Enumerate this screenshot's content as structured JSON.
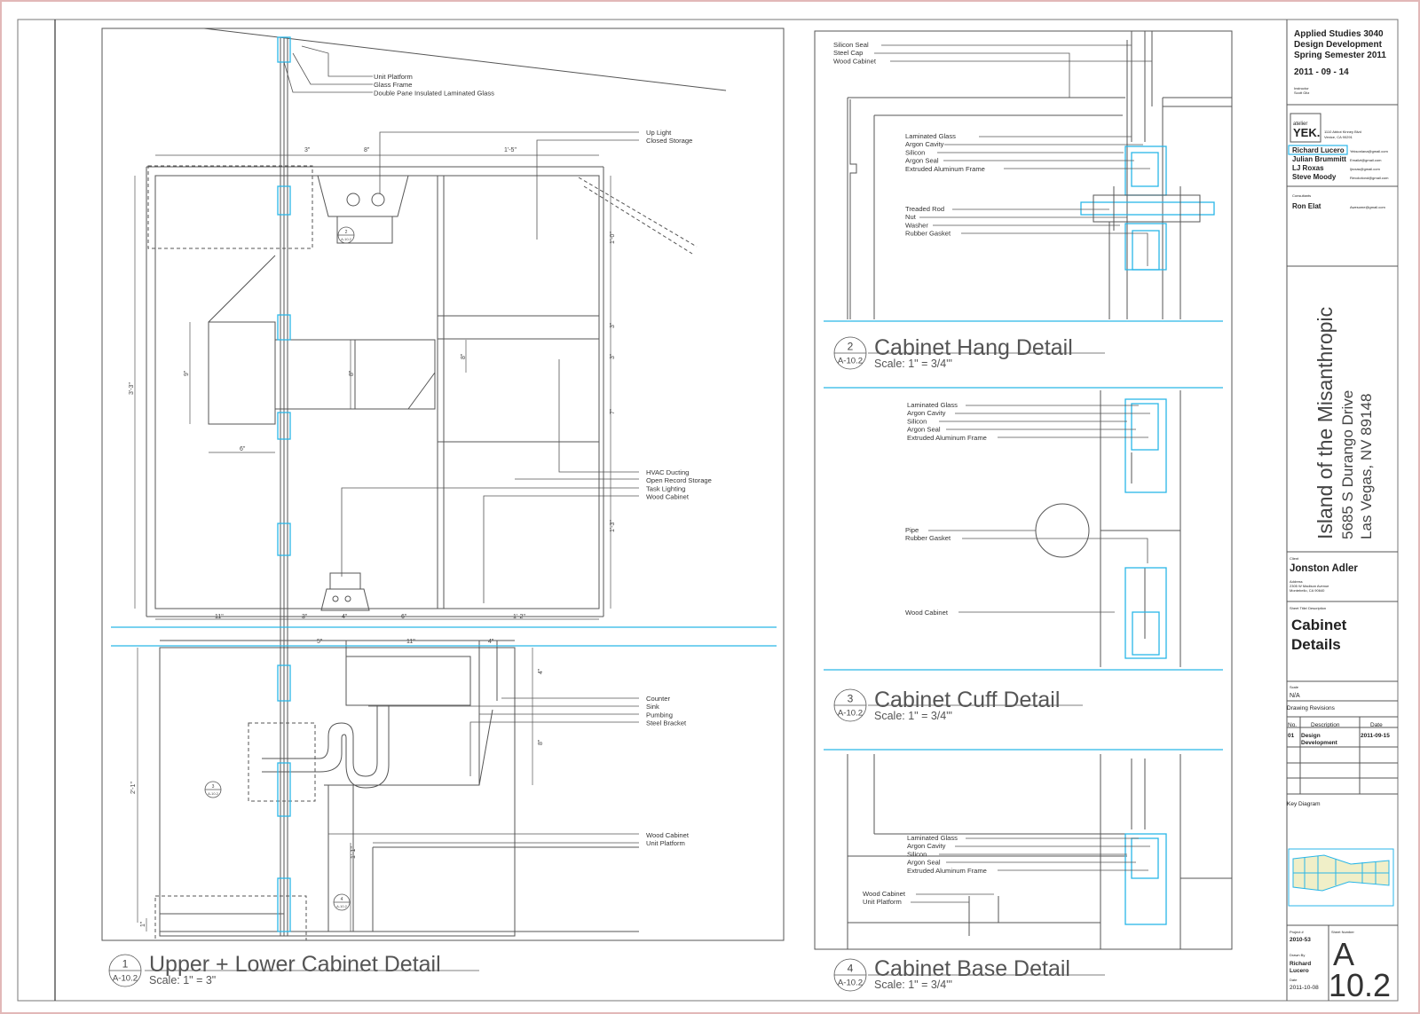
{
  "colors": {
    "line": "#555555",
    "accent": "#29b6e8",
    "sheet_border": "#e2b8b8"
  },
  "details": [
    {
      "num": "1",
      "sheet": "A-10.2",
      "title": "Upper + Lower Cabinet Detail",
      "scale": "Scale: 1\" = 3\""
    },
    {
      "num": "2",
      "sheet": "A-10.2",
      "title": "Cabinet Hang Detail",
      "scale": "Scale: 1\" = 3/4\"'"
    },
    {
      "num": "3",
      "sheet": "A-10.2",
      "title": "Cabinet Cuff Detail",
      "scale": "Scale: 1\" = 3/4\"'"
    },
    {
      "num": "4",
      "sheet": "A-10.2",
      "title": "Cabinet Base Detail",
      "scale": "Scale: 1\" = 3/4\"'"
    }
  ],
  "callouts": {
    "d1_top": [
      "Unit Platform",
      "Glass Frame",
      "Double Pane Insulated Laminated Glass"
    ],
    "d1_light": [
      "Up Light",
      "Closed Storage"
    ],
    "d1_hvac": [
      "HVAC Ducting",
      "Open Record Storage",
      "Task Lighting",
      "Wood Cabinet"
    ],
    "d1_counter": [
      "Counter",
      "Sink",
      "Pumbing",
      "Steel Bracket"
    ],
    "d1_base": [
      "Wood Cabinet",
      "Unit Platform"
    ],
    "d2_top": [
      "Silicon Seal",
      "Steel Cap",
      "Wood Cabinet"
    ],
    "d2_glass": [
      "Laminated Glass",
      "Argon Cavity",
      "Silicon",
      "Argon Seal",
      "Extruded Aluminum Frame"
    ],
    "d2_rod": [
      "Treaded Rod",
      "Nut",
      "Washer",
      "Rubber Gasket"
    ],
    "d3_glass": [
      "Laminated Glass",
      "Argon Cavity",
      "Silicon",
      "Argon Seal",
      "Extruded Aluminum Frame"
    ],
    "d3_pipe": [
      "Pipe",
      "Rubber Gasket"
    ],
    "d3_cab": [
      "Wood Cabinet"
    ],
    "d4_glass": [
      "Laminated Glass",
      "Argon Cavity",
      "Silicon",
      "Argon Seal",
      "Extruded Aluminum Frame"
    ],
    "d4_base": [
      "Wood Cabinet",
      "Unit Platform"
    ]
  },
  "dimensions": {
    "top_row": [
      "3\"",
      "8\"",
      "1'-5\""
    ],
    "bottom_row_upper": [
      "11\"",
      "3\"",
      "4\"",
      "6\"",
      "1'-2\""
    ],
    "lower_top": [
      "5\"",
      "11\"",
      "4\""
    ],
    "left_upper": "3'-3\"",
    "left_lower": "2'-1\"",
    "duct_h": "9\"",
    "duct_w": "6\"",
    "duct_mid": "8\"",
    "duct_right": "8\"",
    "right_dims": [
      "1'-0\"",
      "3\"",
      "3\"",
      "7\"",
      "1'-3\""
    ],
    "lower_right": [
      "4\"",
      "8\""
    ],
    "lower_base": "1'-1\"",
    "lower_small": "1\""
  },
  "refs": [
    {
      "num": "2",
      "sheet": "A-10.2"
    },
    {
      "num": "3",
      "sheet": "A-10.2"
    },
    {
      "num": "4",
      "sheet": "A-10.2"
    }
  ],
  "title_block": {
    "course": [
      "Applied Studies 3040",
      "Design Development",
      "Spring Semester 2011"
    ],
    "date": "2011 - 09 - 14",
    "instructor_label": "Instructor",
    "instructor": "Scott Gitz",
    "firm_small": "atelier",
    "firm": "YEK.",
    "firm_address": [
      "1110 Abbot Kinney Blvd",
      "Venice, CA 90291"
    ],
    "team": [
      {
        "name": "Richard Lucero",
        "email": "Yeksonlana@gmail.com"
      },
      {
        "name": "Julian Brummitt",
        "email": "Emailzt@gmail.com"
      },
      {
        "name": "LJ Roxas",
        "email": "ljroxas@gmail.com"
      },
      {
        "name": "Steve Moody",
        "email": "Revolutiond@gmail.com"
      }
    ],
    "consultants_label": "Consultants",
    "consultant": {
      "name": "Ron Elat",
      "email": "Awesome@gmail.com"
    },
    "project_name": "Island of the Misanthropic",
    "project_addr1": "5685 S Durango Drive",
    "project_addr2": "Las Vegas, NV 89148",
    "client_label": "Client",
    "client": "Jonston Adler",
    "client_address_label": "Address",
    "client_address": [
      "2305 W Madison Avenue",
      "Montebello, CA 90640"
    ],
    "sheet_title_label": "Sheet Title/ Description",
    "sheet_title": [
      "Cabinet",
      "Details"
    ],
    "scale_label": "Scale",
    "scale": "N/A",
    "revisions_label": "Drawing Revisions",
    "rev_headers": [
      "No.",
      "Description",
      "Date"
    ],
    "revision": {
      "no": "01",
      "desc": [
        "Design",
        "Development"
      ],
      "date": "2011-09-15"
    },
    "key_diagram_label": "Key Diagram",
    "project_no_label": "Project #",
    "project_no": "2010-53",
    "drawn_by_label": "Drawn By",
    "drawn_by": [
      "Richard",
      "Lucero"
    ],
    "date_label": "Date",
    "date2": "2011-10-08",
    "sheet_number_label": "Sheet Number",
    "sheet_letter": "A",
    "sheet_number": "10.2"
  }
}
